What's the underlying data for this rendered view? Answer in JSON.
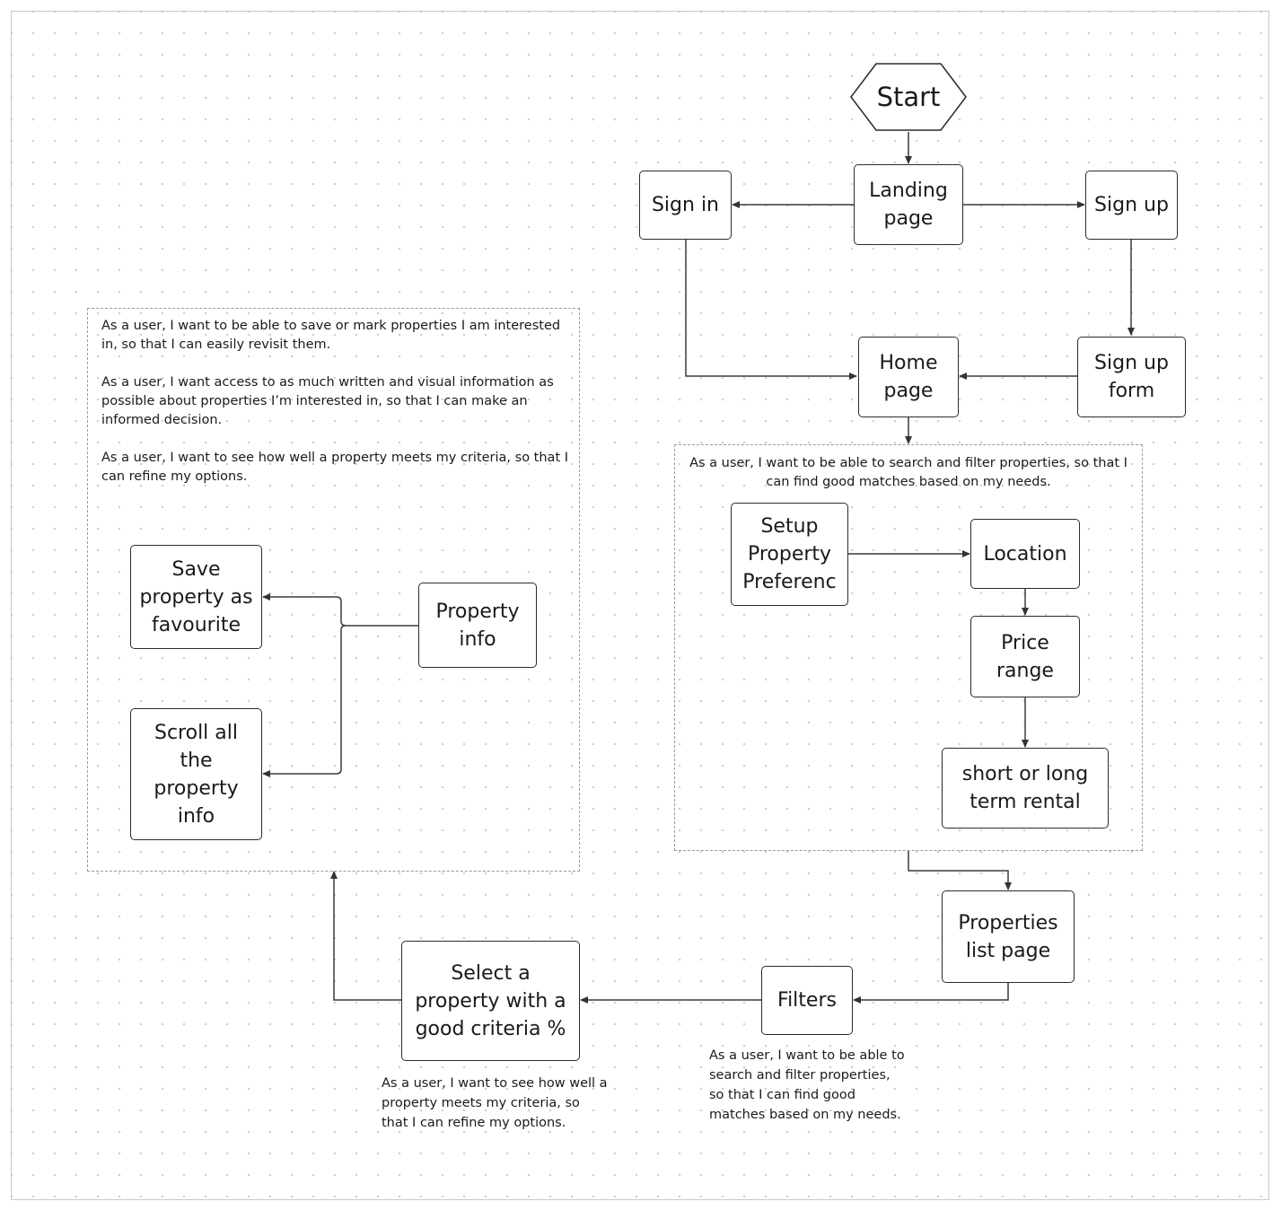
{
  "nodes": {
    "start": "Start",
    "landing": "Landing page",
    "sign_in": "Sign in",
    "sign_up": "Sign up",
    "home": "Home page",
    "sign_up_form": "Sign up form",
    "setup_prefs": "Setup Property Preferenc",
    "location": "Location",
    "price_range": "Price range",
    "rental_term": "short or long term rental",
    "properties_list": "Properties list page",
    "filters": "Filters",
    "select_property": "Select a property with a good criteria %",
    "property_info": "Property info",
    "save_favourite": "Save property as favourite",
    "scroll_info": "Scroll all the property info"
  },
  "notes": {
    "left_panel": "As a user, I want to be able to save or mark properties I am interested\nin, so that I can easily revisit them.\n\nAs a user, I want access to as much written and visual information as\npossible about properties I’m interested in, so that I can make an\ninformed decision.\n\nAs a user, I want to see how well a property meets my criteria, so that I\ncan refine my options.",
    "search_panel": "As a user, I want to be able to search and filter properties, so that I\ncan find good matches based on my needs.",
    "filters": "As a user, I want to be able to\nsearch and filter properties,\nso that I can find good\nmatches based on my needs.",
    "select": "As a user, I want to see how well a\nproperty meets my criteria, so\nthat I can refine my options."
  }
}
